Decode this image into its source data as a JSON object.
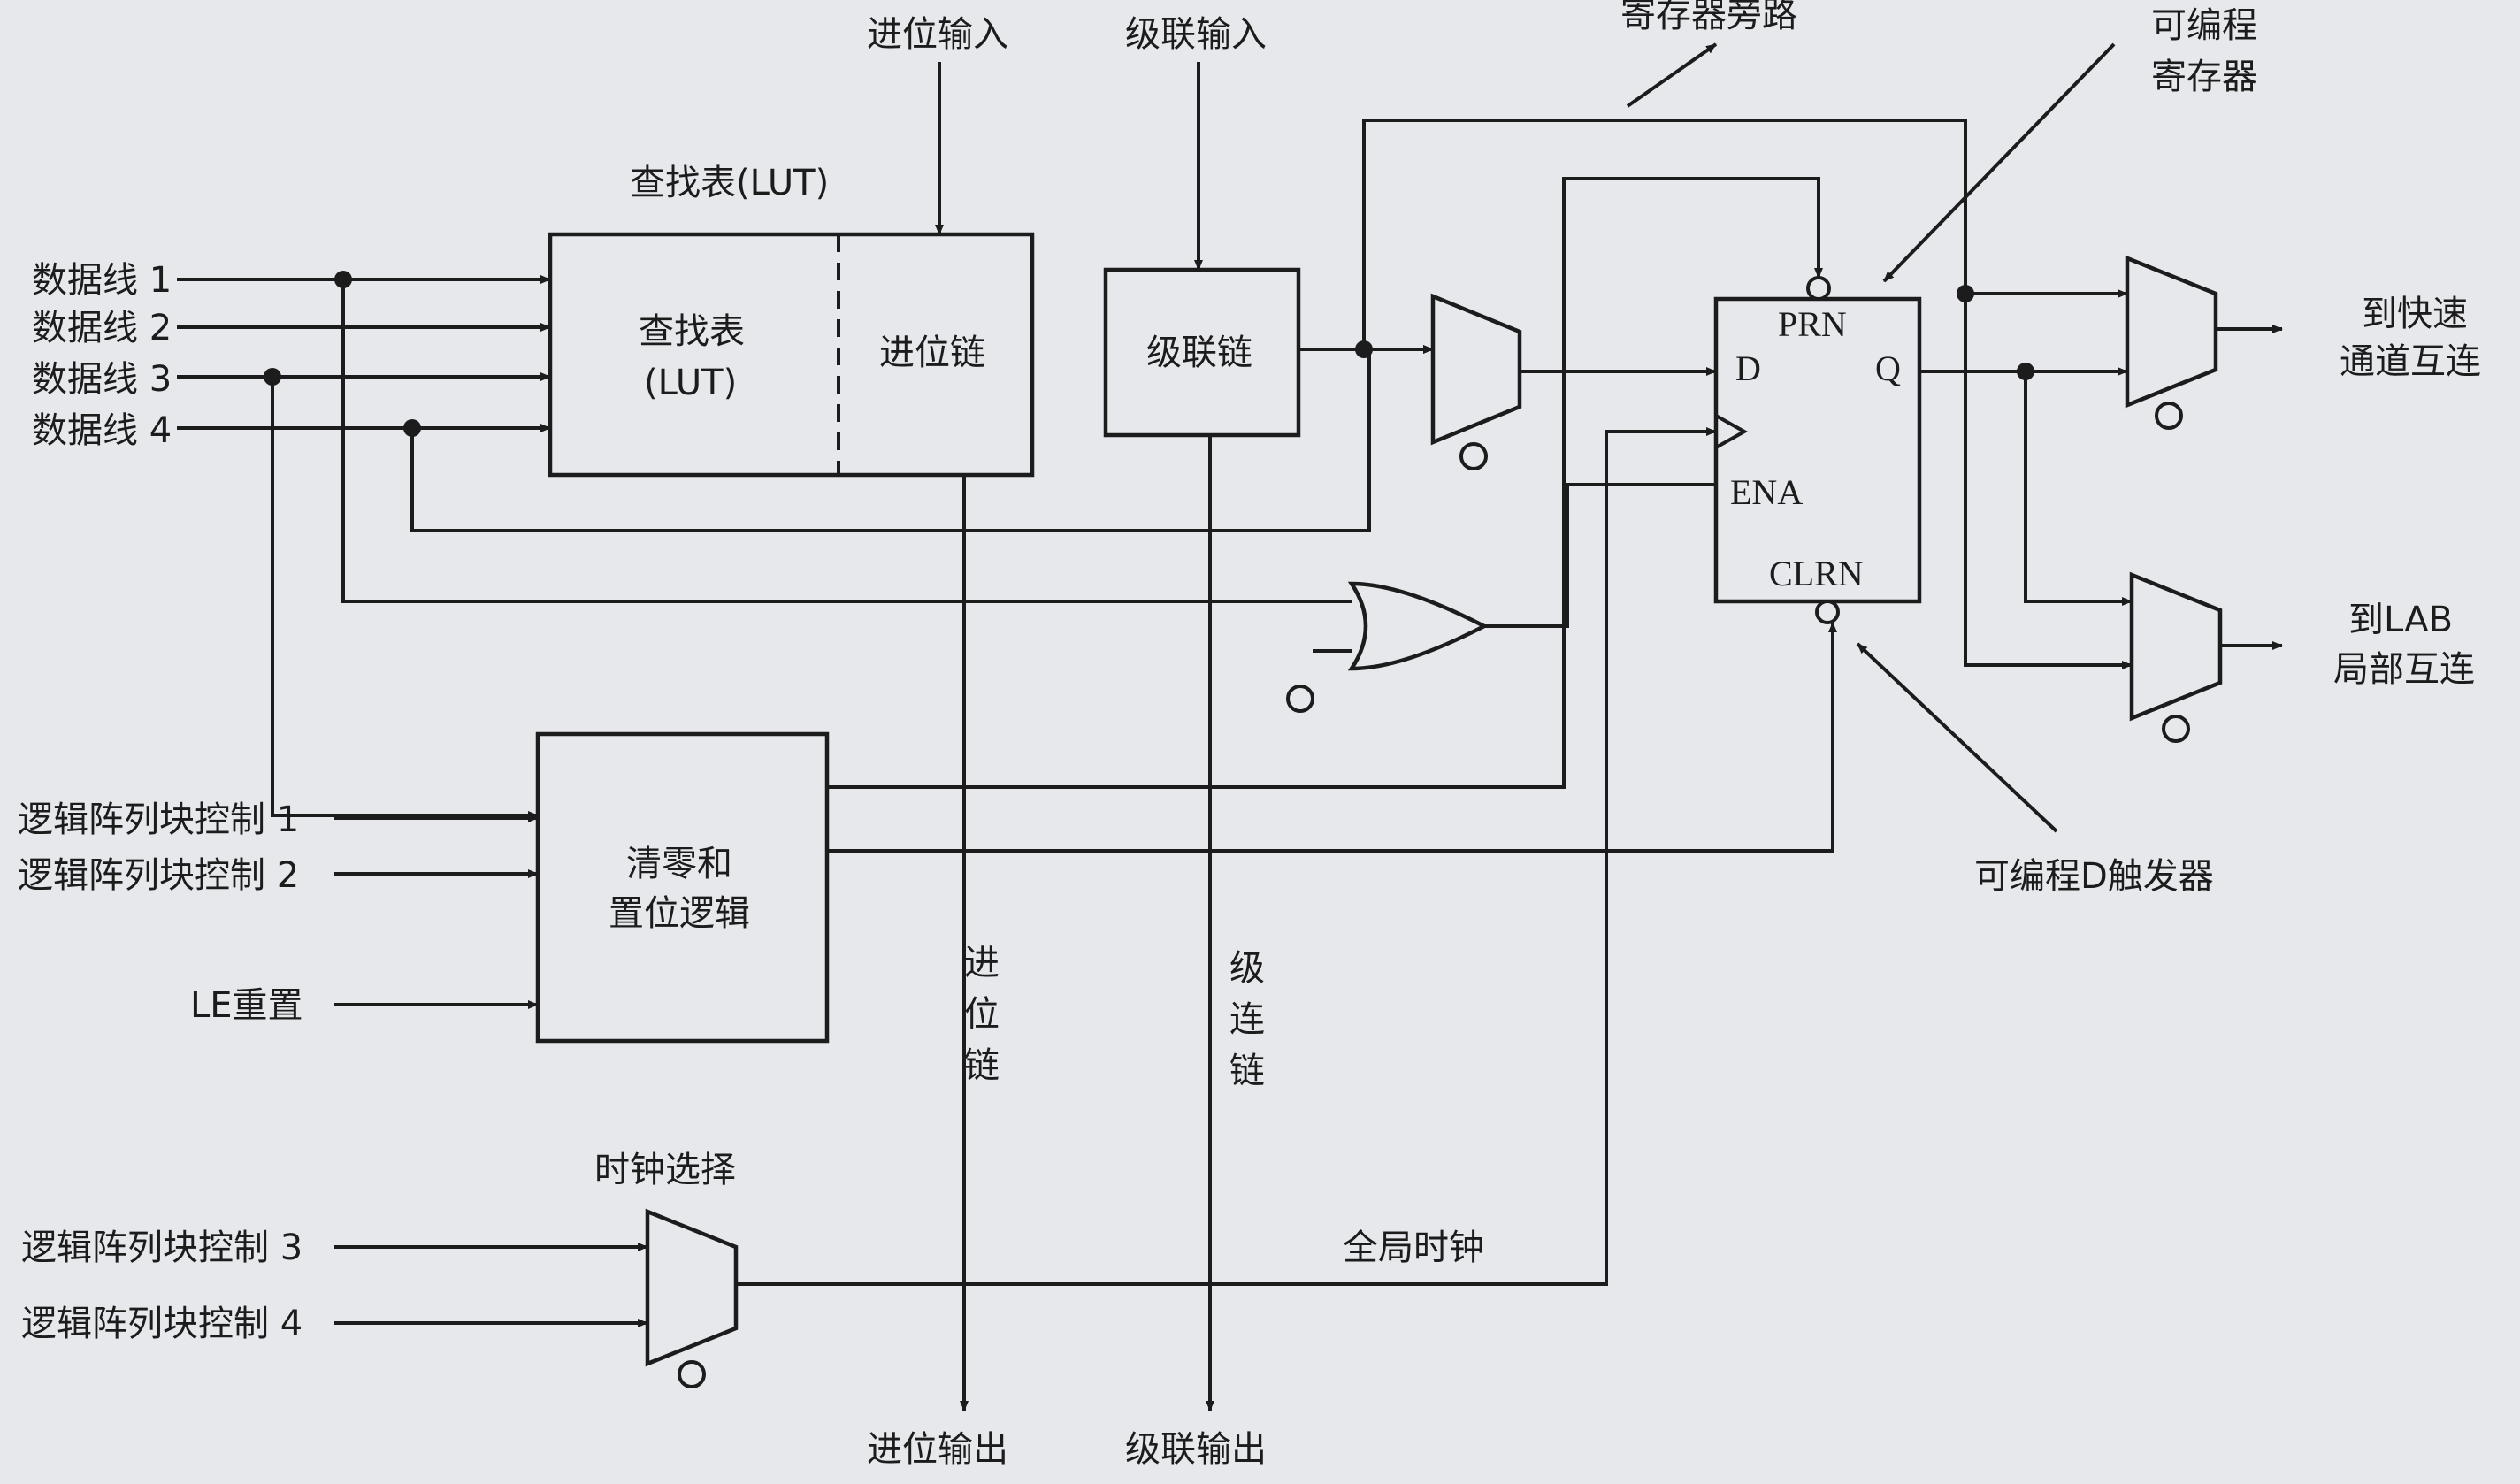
{
  "labels": {
    "carry_in": "进位输入",
    "cascade_in": "级联输入",
    "reg_bypass": "寄存器旁路",
    "prog_reg": [
      "可编程",
      "寄存器"
    ],
    "lut_top": "查找表(LUT)",
    "lut_box": [
      "查找表",
      "(LUT)"
    ],
    "carry_chain": "进位链",
    "cascade_chain": "级联链",
    "data_lines": [
      "数据线 1",
      "数据线 2",
      "数据线 3",
      "数据线 4"
    ],
    "ff_prn": "PRN",
    "ff_d": "D",
    "ff_q": "Q",
    "ff_ena": "ENA",
    "ff_clrn": "CLRN",
    "to_fast": [
      "到快速",
      "通道互连"
    ],
    "to_lab": [
      "到LAB",
      "局部互连"
    ],
    "lab_ctrl": [
      "逻辑阵列块控制 1",
      "逻辑阵列块控制 2",
      "逻辑阵列块控制 3",
      "逻辑阵列块控制 4"
    ],
    "le_reset": "LE重置",
    "clear_preset": [
      "清零和",
      "置位逻辑"
    ],
    "prog_dff": "可编程D触发器",
    "carry_chain_v": [
      "进",
      "位",
      "链"
    ],
    "cascade_chain_v": [
      "级",
      "连",
      "链"
    ],
    "clock_select": "时钟选择",
    "global_clock": "全局时钟",
    "carry_out": "进位输出",
    "cascade_out": "级联输出"
  }
}
